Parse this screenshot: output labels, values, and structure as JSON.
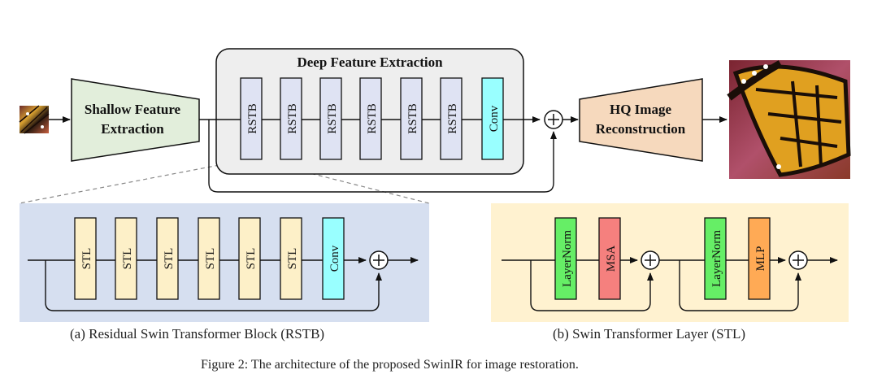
{
  "colors": {
    "shallow_fill": "#e2eedb",
    "reconstruction_fill": "#f6d9bd",
    "deep_panel_fill": "#eeeeee",
    "rstb_fill": "#dfe3f3",
    "conv_fill": "#99ffff",
    "stl_fill": "#fdf0c8",
    "rstb_panel_fill": "#d6dff0",
    "stl_panel_fill": "#fff2d0",
    "layernorm_fill": "#66ee66",
    "msa_fill": "#f5807e",
    "mlp_fill": "#ffaa55"
  },
  "top": {
    "shallow_label_line1": "Shallow Feature",
    "shallow_label_line2": "Extraction",
    "deep_title": "Deep Feature Extraction",
    "rstb_labels": [
      "RSTB",
      "RSTB",
      "RSTB",
      "RSTB",
      "RSTB",
      "RSTB"
    ],
    "conv_label": "Conv",
    "hq_label_line1": "HQ Image",
    "hq_label_line2": "Reconstruction",
    "input_image": "butterfly-input-thumbnail",
    "output_image": "butterfly-hq-output"
  },
  "rstb_panel": {
    "stl_labels": [
      "STL",
      "STL",
      "STL",
      "STL",
      "STL",
      "STL"
    ],
    "conv_label": "Conv",
    "caption": "(a) Residual Swin Transformer Block (RSTB)"
  },
  "stl_panel": {
    "layernorm_label_1": "LayerNorm",
    "msa_label": "MSA",
    "layernorm_label_2": "LayerNorm",
    "mlp_label": "MLP",
    "caption": "(b) Swin Transformer Layer (STL)"
  },
  "figure_caption": "Figure 2: The architecture of the proposed SwinIR for image restoration."
}
